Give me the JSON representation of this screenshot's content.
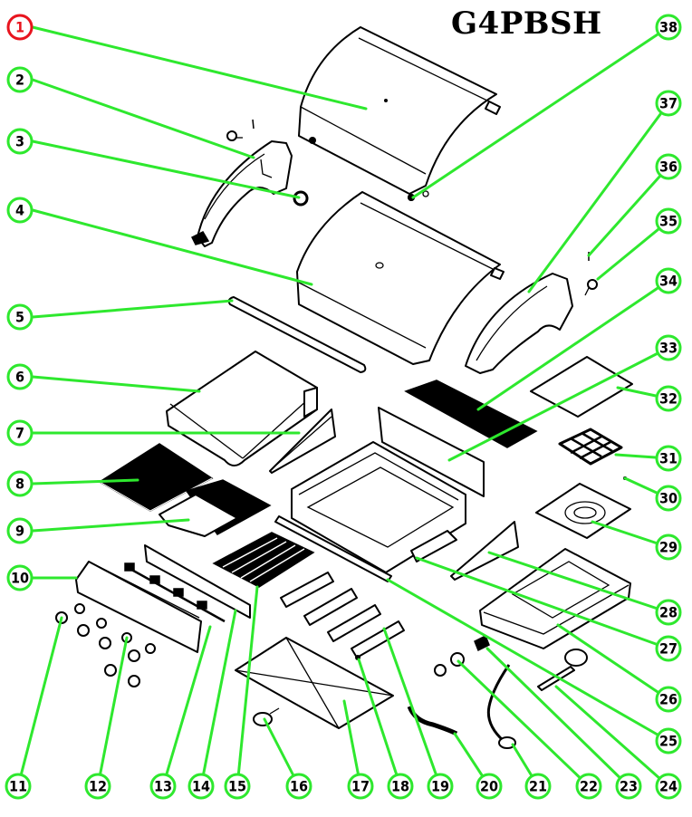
{
  "model": "G4PBSH",
  "selected_callout": "1",
  "colors": {
    "leader": "#2ee82e",
    "selected": "#e8141e",
    "line": "#000000"
  },
  "callouts": [
    {
      "id": "1",
      "label": "1",
      "part": "hood-lid"
    },
    {
      "id": "2",
      "label": "2",
      "part": "left-lid-handle-bracket"
    },
    {
      "id": "3",
      "label": "3",
      "part": "bumper"
    },
    {
      "id": "4",
      "label": "4",
      "part": "inner-hood-panel"
    },
    {
      "id": "5",
      "label": "5",
      "part": "handle-bar"
    },
    {
      "id": "6",
      "label": "6",
      "part": "left-side-shelf"
    },
    {
      "id": "7",
      "label": "7",
      "part": "left-heat-shield"
    },
    {
      "id": "8",
      "label": "8",
      "part": "cooking-grate"
    },
    {
      "id": "9",
      "label": "9",
      "part": "griddle-plate"
    },
    {
      "id": "10",
      "label": "10",
      "part": "control-panel"
    },
    {
      "id": "11",
      "label": "11",
      "part": "control-knob"
    },
    {
      "id": "12",
      "label": "12",
      "part": "knob-bezel"
    },
    {
      "id": "13",
      "label": "13",
      "part": "valve-manifold"
    },
    {
      "id": "14",
      "label": "14",
      "part": "manifold-bracket"
    },
    {
      "id": "15",
      "label": "15",
      "part": "flame-tamer"
    },
    {
      "id": "16",
      "label": "16",
      "part": "igniter"
    },
    {
      "id": "17",
      "label": "17",
      "part": "grease-tray"
    },
    {
      "id": "18",
      "label": "18",
      "part": "electrode"
    },
    {
      "id": "19",
      "label": "19",
      "part": "main-burner"
    },
    {
      "id": "20",
      "label": "20",
      "part": "ignition-wire"
    },
    {
      "id": "21",
      "label": "21",
      "part": "regulator-hose"
    },
    {
      "id": "22",
      "label": "22",
      "part": "side-burner-bezel"
    },
    {
      "id": "23",
      "label": "23",
      "part": "side-burner-valve"
    },
    {
      "id": "24",
      "label": "24",
      "part": "side-burner-tube"
    },
    {
      "id": "25",
      "label": "25",
      "part": "burner-support-rail"
    },
    {
      "id": "26",
      "label": "26",
      "part": "side-burner-shelf"
    },
    {
      "id": "27",
      "label": "27",
      "part": "firebox"
    },
    {
      "id": "28",
      "label": "28",
      "part": "right-heat-shield"
    },
    {
      "id": "29",
      "label": "29",
      "part": "side-burner-bowl"
    },
    {
      "id": "30",
      "label": "30",
      "part": "screw"
    },
    {
      "id": "31",
      "label": "31",
      "part": "side-burner-grate"
    },
    {
      "id": "32",
      "label": "32",
      "part": "side-burner-cover"
    },
    {
      "id": "33",
      "label": "33",
      "part": "rear-panel"
    },
    {
      "id": "34",
      "label": "34",
      "part": "warming-rack"
    },
    {
      "id": "35",
      "label": "35",
      "part": "thermometer"
    },
    {
      "id": "36",
      "label": "36",
      "part": "thermometer-clip"
    },
    {
      "id": "37",
      "label": "37",
      "part": "right-lid-handle-bracket"
    },
    {
      "id": "38",
      "label": "38",
      "part": "hinge-pin"
    }
  ]
}
